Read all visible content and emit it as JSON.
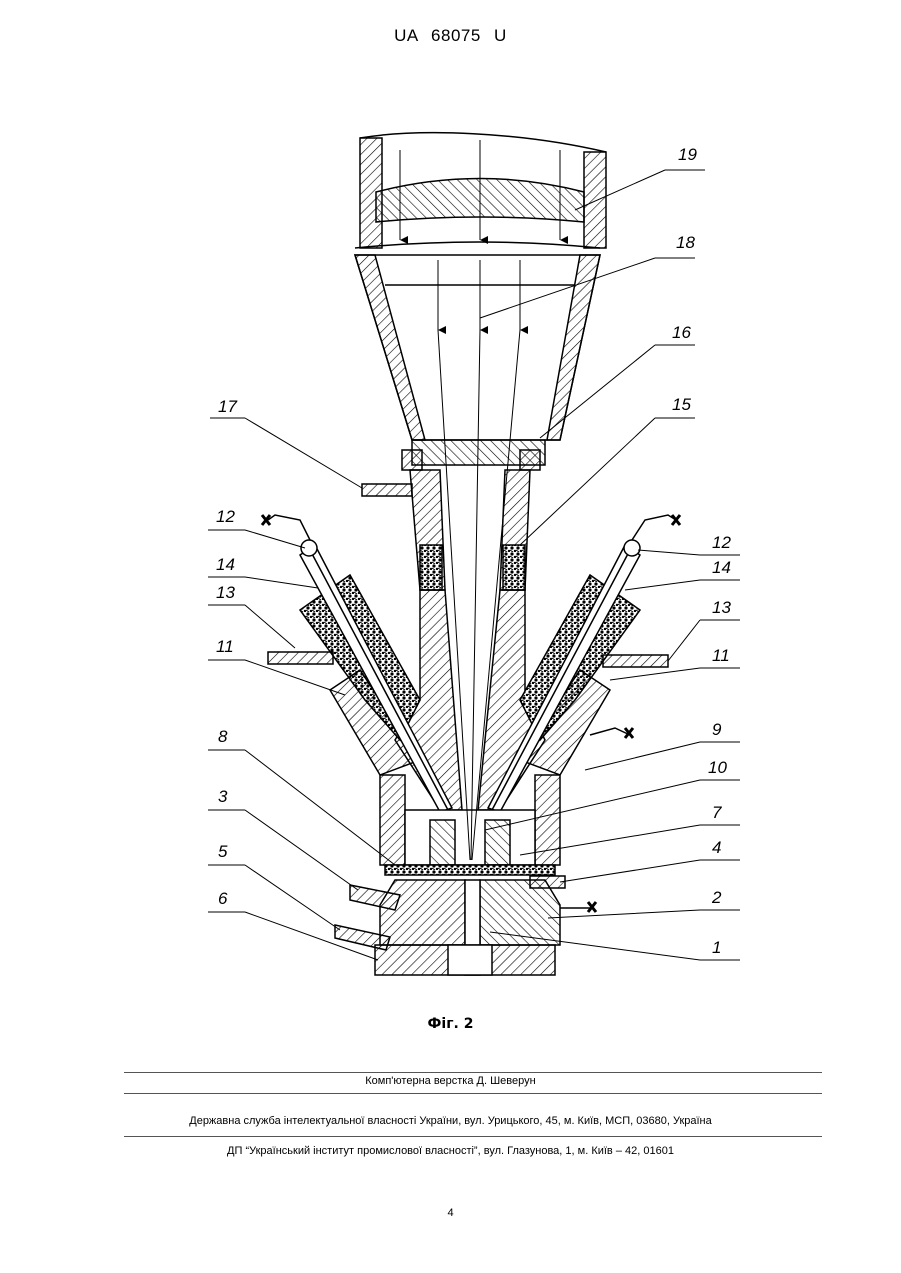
{
  "header": {
    "patent_number": "UA   68075   U"
  },
  "figure": {
    "caption": "Фіг. 2",
    "callouts": [
      "19",
      "18",
      "16",
      "15",
      "17",
      "12",
      "14",
      "13",
      "11",
      "8",
      "3",
      "5",
      "6",
      "12",
      "14",
      "13",
      "11",
      "9",
      "10",
      "7",
      "4",
      "2",
      "1"
    ]
  },
  "footer": {
    "layout_credit": "Комп'ютерна верстка Д. Шеверун",
    "office": "Державна служба інтелектуальної власності України, вул. Урицького, 45, м. Київ, МСП, 03680, Україна",
    "institute": "ДП “Український інститут промислової власності”, вул. Глазунова, 1, м. Київ – 42, 01601"
  },
  "page_number": "4"
}
